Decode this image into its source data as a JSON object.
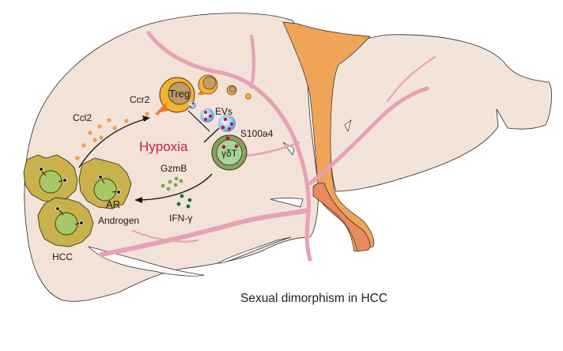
{
  "figure": {
    "title": "Sexual dimorphism in HCC",
    "labels": {
      "ccl2": "Ccl2",
      "ccr2": "Ccr2",
      "treg": "Treg",
      "evs": "EVs",
      "s100a4": "S100a4",
      "hypoxia": "Hypoxia",
      "gammadelta_t": "γδT",
      "gzmb": "GzmB",
      "ifn_gamma": "IFN-γ",
      "ar": "AR",
      "androgen": "Androgen",
      "hcc": "HCC"
    },
    "colors": {
      "liver": "#f3e2d8",
      "vessel": "#e9a0b4",
      "ligament": "#f0a458",
      "hcc_cell": "#c9b24c",
      "hcc_nucleus": "#a8c766",
      "treg_outer": "#f2b232",
      "treg_inner": "#bf9a66",
      "ccr2_receptor": "#f07a2a",
      "ccl2_dots": "#efa052",
      "gdt_outer": "#8c9e62",
      "gdt_inner": "#a9d49a",
      "ev_body": "#6aa7d8",
      "ev_cargo": "#b3203a",
      "gzmb_dots": "#7ea655",
      "ifng_dots": "#1f6b3a",
      "hypoxia_text": "#c8203a"
    }
  }
}
